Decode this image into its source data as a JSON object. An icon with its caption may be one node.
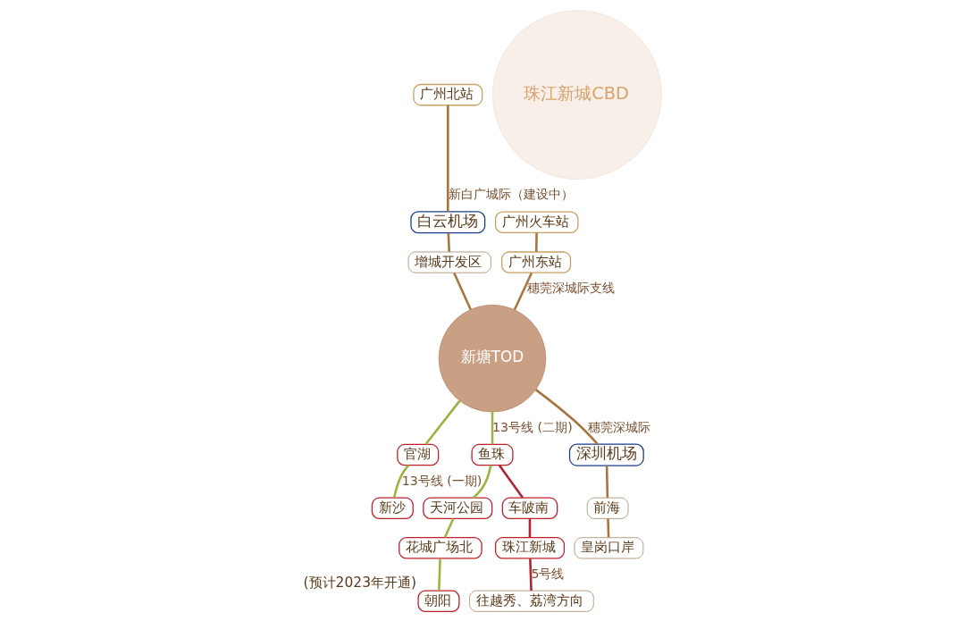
{
  "diagram": {
    "nodes": [
      {
        "text": [
          "广州北站"
        ]
      },
      {
        "text": [
          "白云机场"
        ]
      },
      {
        "text": [
          "增城开发区"
        ]
      },
      {
        "text": [
          "新塘TOD"
        ]
      },
      {
        "text": [
          "广州火车站"
        ]
      },
      {
        "text": [
          "广州东站"
        ]
      },
      {
        "text": [
          "官湖"
        ]
      },
      {
        "text": [
          "新沙"
        ]
      },
      {
        "text": [
          "朝阳"
        ],
        "beside": [
          "(预计2023年开通)"
        ]
      },
      {
        "text": [
          "花城广场北"
        ]
      },
      {
        "text": [
          "天河公园"
        ]
      },
      {
        "text": [
          "鱼珠"
        ]
      },
      {
        "text": [
          "往越秀、荔湾方向"
        ]
      },
      {
        "text": [
          "珠江新城"
        ]
      },
      {
        "text": [
          "车陂南"
        ]
      },
      {
        "text": [
          "深圳机场"
        ]
      },
      {
        "text": [
          "前海"
        ]
      },
      {
        "text": [
          "皇岗口岸"
        ]
      },
      {
        "text": [
          "珠江新城CBD"
        ]
      }
    ],
    "edges": [
      {
        "from": 0,
        "to": 1,
        "arrow": "none",
        "label": "新白广城际（建设中）"
      },
      {
        "from": 1,
        "to": 2,
        "arrow": "none"
      },
      {
        "from": 2,
        "to": 3,
        "arrow": "none"
      },
      {
        "from": 4,
        "to": 5,
        "arrow": "none"
      },
      {
        "from": 5,
        "to": 3,
        "arrow": "none",
        "label": "穗莞深城际支线"
      },
      {
        "from": 3,
        "to": 6,
        "arrow": "none",
        "color": "#9bb33f"
      },
      {
        "from": 6,
        "to": 7,
        "arrow": "none",
        "label": "13号线 (一期)",
        "color": "#9bb33f"
      },
      {
        "from": 3,
        "to": 11,
        "arrow": "none",
        "label": "13号线 (二期)",
        "color": "#9bb33f"
      },
      {
        "from": 11,
        "to": 10,
        "arrow": "none",
        "color": "#9bb33f"
      },
      {
        "from": 10,
        "to": 9,
        "arrow": "none",
        "color": "#9bb33f"
      },
      {
        "from": 9,
        "to": 8,
        "arrow": "none",
        "color": "#9bb33f"
      },
      {
        "from": 11,
        "to": 14,
        "arrow": "none",
        "color": "#b0243a"
      },
      {
        "from": 14,
        "to": 13,
        "arrow": "none",
        "color": "#b0243a"
      },
      {
        "from": 13,
        "to": 12,
        "arrow": "none",
        "label": "5号线",
        "color": "#b0243a"
      },
      {
        "from": 3,
        "to": 15,
        "arrow": "none",
        "label": "穗莞深城际"
      },
      {
        "from": 15,
        "to": 16,
        "arrow": "none"
      },
      {
        "from": 16,
        "to": 17,
        "arrow": "none"
      }
    ]
  }
}
